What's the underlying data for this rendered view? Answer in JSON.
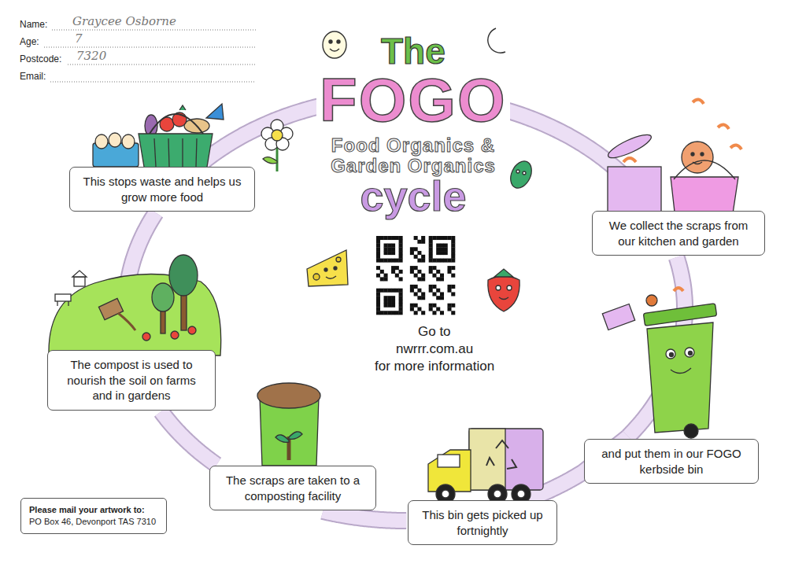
{
  "diagram": {
    "title": "FOGO",
    "nodes": [
      {
        "text": [
          "We collect the scraps from our kitchen and garden"
        ]
      },
      {
        "text": [
          "and put them in our FOGO kerbside bin"
        ]
      },
      {
        "text": [
          "This bin gets picked up fortnightly"
        ]
      },
      {
        "text": [
          "The scraps are taken to a composting facility"
        ]
      },
      {
        "text": [
          "The compost is used to nourish the soil on farms and in gardens"
        ]
      },
      {
        "text": [
          "This stops waste and helps us grow more food"
        ]
      },
      {
        "text": [
          "Please mail your artwork to:",
          "PO Box 46, Devonport TAS 7310"
        ]
      }
    ],
    "edges": [
      {
        "from": 0,
        "to": 1,
        "arrow": "none"
      },
      {
        "from": 1,
        "to": 2,
        "arrow": "none"
      },
      {
        "from": 2,
        "to": 3,
        "arrow": "none"
      },
      {
        "from": 3,
        "to": 4,
        "arrow": "none"
      },
      {
        "from": 4,
        "to": 5,
        "arrow": "none"
      },
      {
        "from": 5,
        "to": 0,
        "arrow": "none"
      }
    ],
    "labels": [
      "Name:",
      "Graycee Osborne",
      "Age:",
      "7",
      "Postcode:",
      "7320",
      "Email:",
      "The",
      "Food Organics & Garden Organics",
      "cycle",
      "Go to",
      "nwrrr.com.au",
      "for more information"
    ]
  }
}
